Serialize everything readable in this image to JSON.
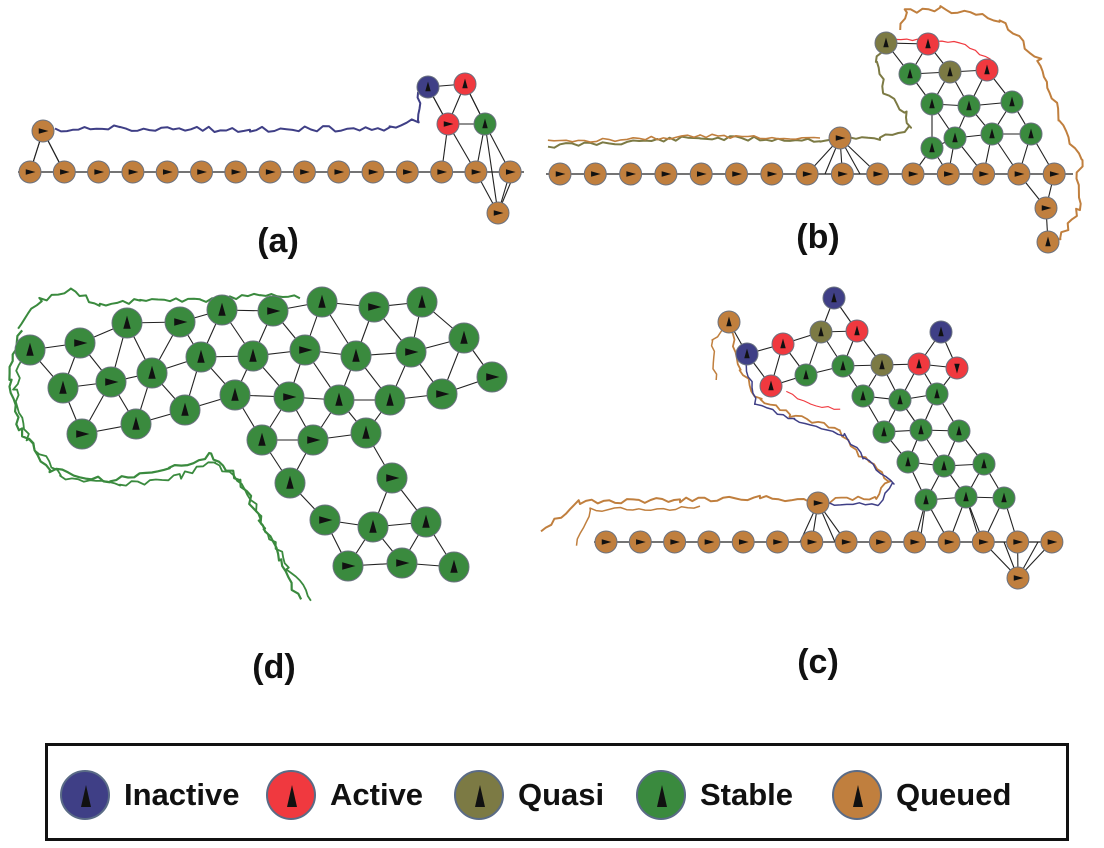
{
  "colors": {
    "inactive": "#3f3f86",
    "active": "#f0393f",
    "quasi": "#7c7a44",
    "stable": "#3a8a3e",
    "queued": "#c07f3e",
    "edge": "#222222"
  },
  "panels": [
    {
      "id": "a",
      "label": "(a)"
    },
    {
      "id": "b",
      "label": "(b)"
    },
    {
      "id": "d",
      "label": "(d)"
    },
    {
      "id": "c",
      "label": "(c)"
    }
  ],
  "legend": [
    {
      "state": "inactive",
      "label": "Inactive"
    },
    {
      "state": "active",
      "label": "Active"
    },
    {
      "state": "quasi",
      "label": "Quasi"
    },
    {
      "state": "stable",
      "label": "Stable"
    },
    {
      "state": "queued",
      "label": "Queued"
    }
  ]
}
